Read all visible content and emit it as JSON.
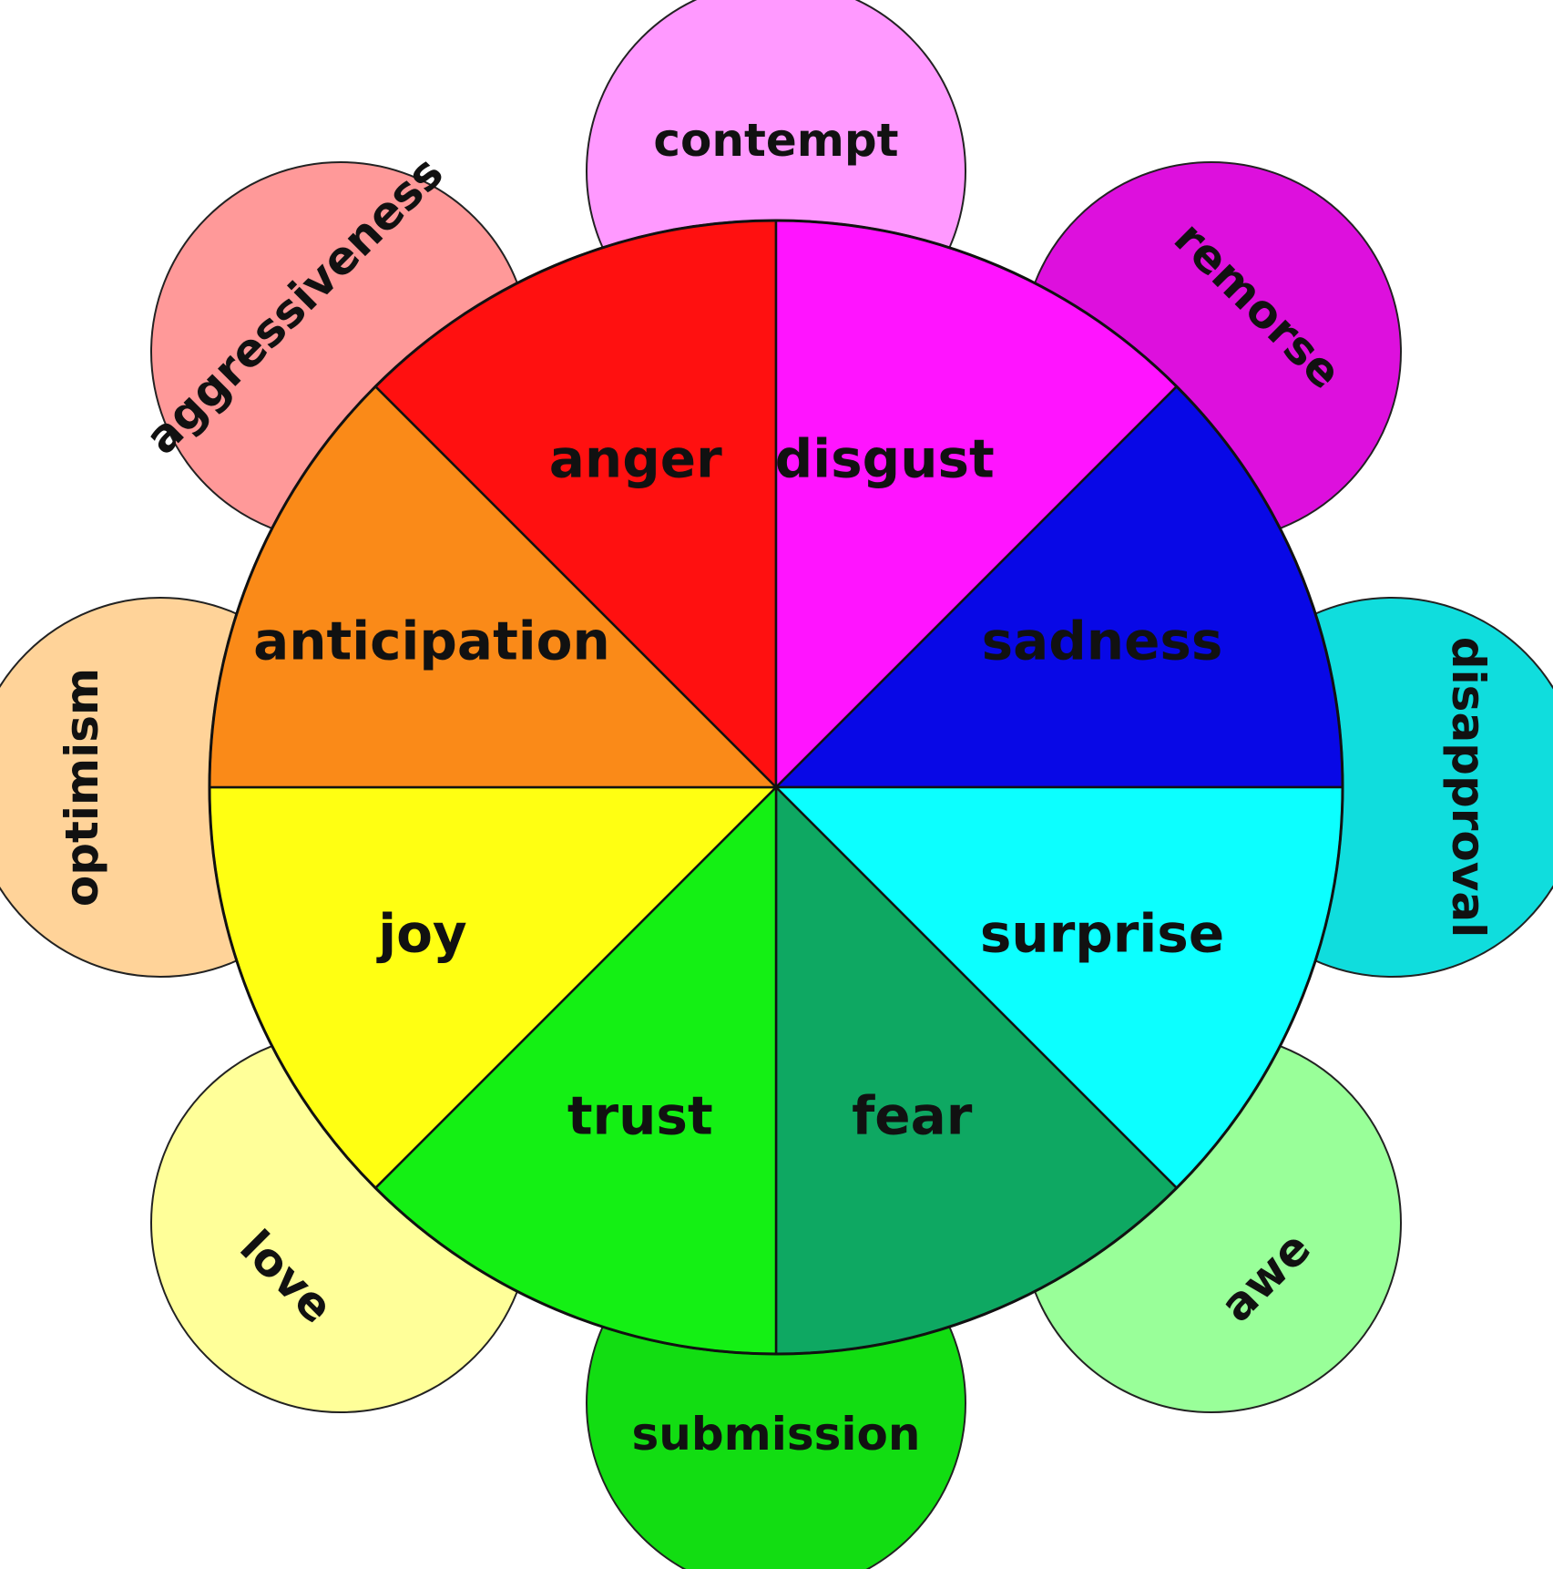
{
  "primaries": [
    {
      "label": "anger",
      "color": "#ff1010"
    },
    {
      "label": "disgust",
      "color": "#ff14ff"
    },
    {
      "label": "sadness",
      "color": "#0808e6"
    },
    {
      "label": "surprise",
      "color": "#0cffff"
    },
    {
      "label": "fear",
      "color": "#0ea862"
    },
    {
      "label": "trust",
      "color": "#14f014"
    },
    {
      "label": "joy",
      "color": "#ffff12"
    },
    {
      "label": "anticipation",
      "color": "#fa8a18"
    }
  ],
  "dyads": [
    {
      "label": "contempt",
      "color": "#ff99ff"
    },
    {
      "label": "remorse",
      "color": "#dd10dd"
    },
    {
      "label": "disapproval",
      "color": "#10dddd"
    },
    {
      "label": "awe",
      "color": "#99ff99"
    },
    {
      "label": "submission",
      "color": "#12dd12"
    },
    {
      "label": "love",
      "color": "#ffff99"
    },
    {
      "label": "optimism",
      "color": "#ffd399"
    },
    {
      "label": "aggressiveness",
      "color": "#ff9999"
    }
  ]
}
